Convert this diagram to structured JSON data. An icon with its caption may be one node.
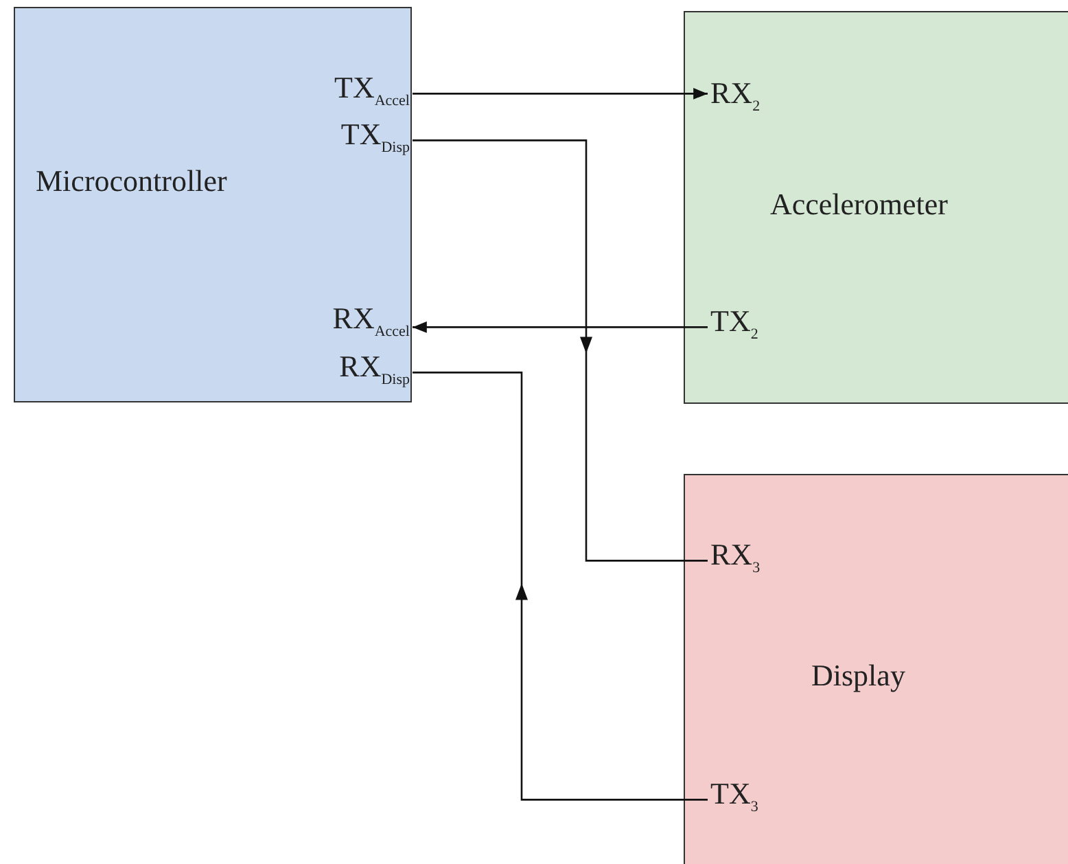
{
  "diagram": {
    "nodes": [
      {
        "text": [
          "Microcontroller"
        ]
      },
      {
        "text": [
          "TX$_{Accel}$"
        ],
        "in": 0
      },
      {
        "text": [
          "TX$_{Disp}$"
        ],
        "in": 0
      },
      {
        "text": [
          "RX$_{Accel}$"
        ],
        "in": 0
      },
      {
        "text": [
          "RX$_{Disp}$"
        ],
        "in": 0
      },
      {
        "text": [
          "Accelerometer"
        ]
      },
      {
        "text": [
          "RX$_{2}$"
        ],
        "in": 5
      },
      {
        "text": [
          "TX$_{2}$"
        ],
        "in": 5
      },
      {
        "text": [
          "Display"
        ]
      },
      {
        "text": [
          "RX$_{3}$"
        ],
        "in": 8
      },
      {
        "text": [
          "TX$_{3}$"
        ],
        "in": 8
      }
    ],
    "edges": [
      {
        "from": 1,
        "to": 6,
        "arrow": "to"
      },
      {
        "from": 2,
        "to": 9,
        "arrow": "to"
      },
      {
        "from": 7,
        "to": 3,
        "arrow": "to"
      },
      {
        "from": 10,
        "to": 4,
        "arrow": "to"
      }
    ]
  }
}
